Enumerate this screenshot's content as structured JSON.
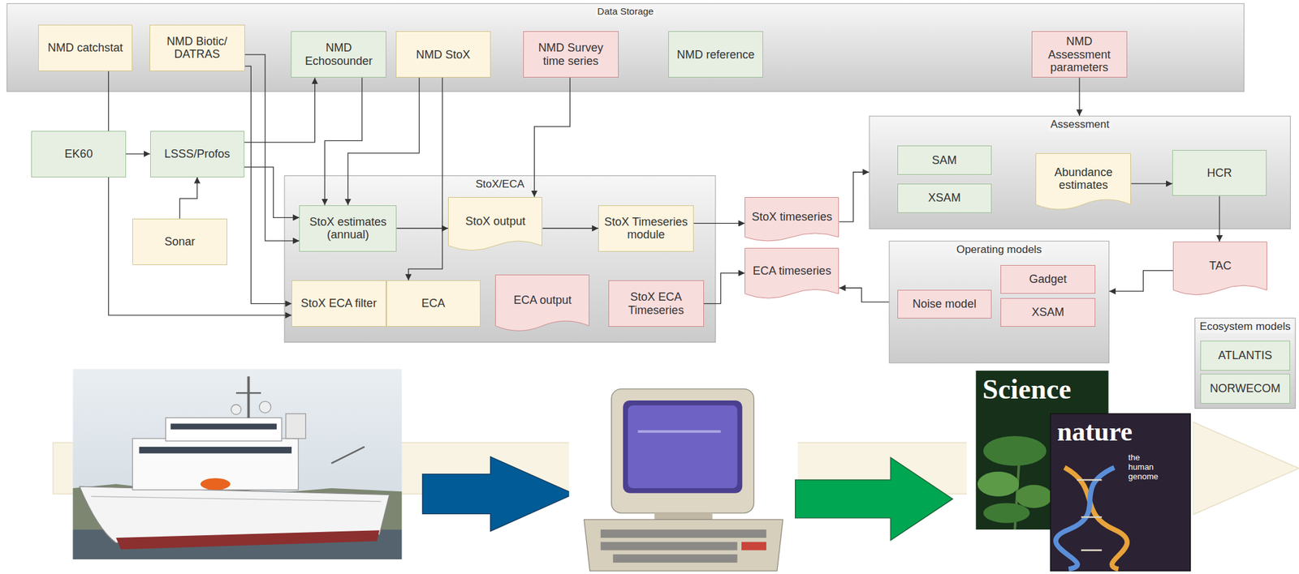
{
  "diagram": {
    "nodes": [
      {
        "text": [
          "Data Storage"
        ]
      },
      {
        "text": [
          "NMD catchstat"
        ],
        "in": 0
      },
      {
        "text": [
          "NMD Biotic/ DATRAS"
        ],
        "in": 0
      },
      {
        "text": [
          "NMD Echosounder"
        ],
        "in": 0
      },
      {
        "text": [
          "NMD StoX"
        ],
        "in": 0
      },
      {
        "text": [
          "NMD Survey time series"
        ],
        "in": 0
      },
      {
        "text": [
          "NMD reference"
        ],
        "in": 0
      },
      {
        "text": [
          "NMD Assessment parameters"
        ],
        "in": 0
      },
      {
        "text": [
          "EK60"
        ]
      },
      {
        "text": [
          "LSSS/Profos"
        ]
      },
      {
        "text": [
          "Sonar"
        ]
      },
      {
        "text": [
          "StoX/ECA"
        ]
      },
      {
        "text": [
          "StoX estimates (annual)"
        ],
        "in": 11
      },
      {
        "text": [
          "StoX output"
        ],
        "in": 11
      },
      {
        "text": [
          "StoX Timeseries module"
        ],
        "in": 11
      },
      {
        "text": [
          "StoX ECA filter"
        ],
        "in": 11
      },
      {
        "text": [
          "ECA"
        ],
        "in": 11
      },
      {
        "text": [
          "ECA output"
        ],
        "in": 11
      },
      {
        "text": [
          "StoX ECA Timeseries"
        ],
        "in": 11
      },
      {
        "text": [
          "StoX timeseries"
        ]
      },
      {
        "text": [
          "ECA timeseries"
        ]
      },
      {
        "text": [
          "Assessment"
        ]
      },
      {
        "text": [
          "SAM"
        ],
        "in": 21
      },
      {
        "text": [
          "XSAM"
        ],
        "in": 21
      },
      {
        "text": [
          "Abundance estimates"
        ],
        "in": 21
      },
      {
        "text": [
          "HCR"
        ],
        "in": 21
      },
      {
        "text": [
          "TAC"
        ]
      },
      {
        "text": [
          "Operating models"
        ]
      },
      {
        "text": [
          "Noise model"
        ],
        "in": 27
      },
      {
        "text": [
          "Gadget"
        ],
        "in": 27
      },
      {
        "text": [
          "XSAM"
        ],
        "in": 27
      },
      {
        "text": [
          "Ecosystem models"
        ]
      },
      {
        "text": [
          "ATLANTIS"
        ],
        "in": 31
      },
      {
        "text": [
          "NORWECOM"
        ],
        "in": 31
      }
    ],
    "edges": [
      {
        "from": 8,
        "to": 9,
        "arrow": "to"
      },
      {
        "from": 10,
        "to": 9,
        "arrow": "to"
      },
      {
        "from": 9,
        "to": 3,
        "arrow": "to"
      },
      {
        "from": 9,
        "to": 12,
        "arrow": "to"
      },
      {
        "from": 2,
        "to": 12,
        "arrow": "to"
      },
      {
        "from": 2,
        "to": 15,
        "arrow": "to"
      },
      {
        "from": 1,
        "to": 15,
        "arrow": "to"
      },
      {
        "from": 3,
        "to": 12,
        "arrow": "to"
      },
      {
        "from": 4,
        "to": 12,
        "arrow": "to"
      },
      {
        "from": 4,
        "to": 16,
        "arrow": "to"
      },
      {
        "from": 5,
        "to": 13,
        "arrow": "to"
      },
      {
        "from": 12,
        "to": 13,
        "arrow": "to"
      },
      {
        "from": 13,
        "to": 14,
        "arrow": "to"
      },
      {
        "from": 14,
        "to": 19,
        "arrow": "to"
      },
      {
        "from": 18,
        "to": 20,
        "arrow": "to"
      },
      {
        "from": 19,
        "to": 21,
        "arrow": "to"
      },
      {
        "from": 7,
        "to": 21,
        "arrow": "to"
      },
      {
        "from": 24,
        "to": 25,
        "arrow": "to"
      },
      {
        "from": 25,
        "to": 26,
        "arrow": "to"
      },
      {
        "from": 26,
        "to": 27,
        "arrow": "to"
      },
      {
        "from": 27,
        "to": 20,
        "arrow": "to"
      }
    ],
    "labels": [
      "Science",
      "nature",
      "the human genome"
    ]
  }
}
